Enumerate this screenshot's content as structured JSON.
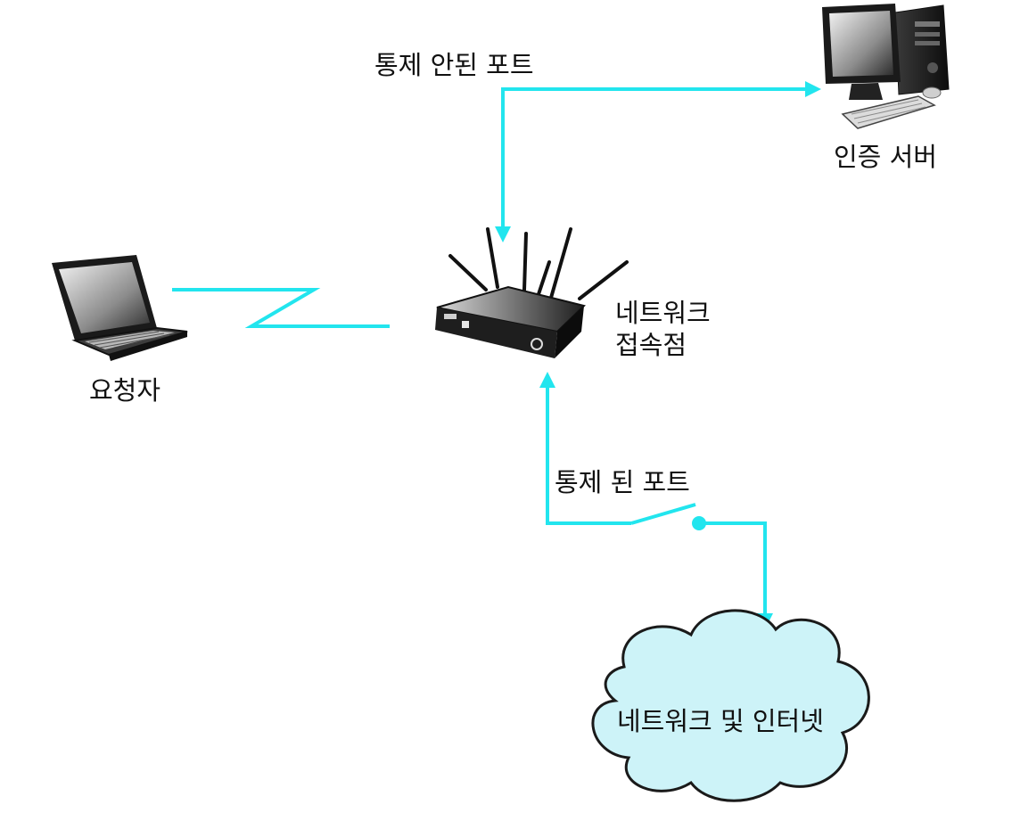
{
  "labels": {
    "uncontrolled_port": "통제 안된 포트",
    "auth_server": "인증 서버",
    "requester": "요청자",
    "access_point_line1": "네트워크",
    "access_point_line2": "접속점",
    "controlled_port": "통제 된 포트",
    "network_cloud": "네트워크 및 인터넷"
  },
  "colors": {
    "link": "#22e5ee",
    "cloud_fill": "#cdf3f8",
    "device_dark": "#1a1a1a"
  },
  "icons": [
    "laptop-icon",
    "router-icon",
    "desktop-computer-icon",
    "cloud-icon"
  ]
}
